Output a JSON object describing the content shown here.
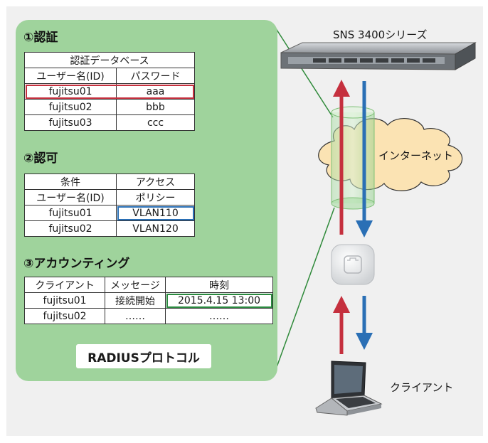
{
  "auth": {
    "title": "①認証",
    "table_caption": "認証データベース",
    "headers": [
      "ユーザー名(ID)",
      "パスワード"
    ],
    "rows": [
      [
        "fujitsu01",
        "aaa"
      ],
      [
        "fujitsu02",
        "bbb"
      ],
      [
        "fujitsu03",
        "ccc"
      ]
    ]
  },
  "authz": {
    "title": "②認可",
    "header_row1": [
      "条件",
      "アクセス"
    ],
    "header_row2": [
      "ユーザー名(ID)",
      "ポリシー"
    ],
    "rows": [
      [
        "fujitsu01",
        "VLAN110"
      ],
      [
        "fujitsu02",
        "VLAN120"
      ]
    ]
  },
  "acct": {
    "title": "③アカウンティング",
    "headers": [
      "クライアント",
      "メッセージ",
      "時刻"
    ],
    "rows": [
      [
        "fujitsu01",
        "接続開始",
        "2015.4.15 13:00"
      ],
      [
        "fujitsu02",
        "……",
        "……"
      ]
    ]
  },
  "protocol_label": "RADIUSプロトコル",
  "device_labels": {
    "server": "SNS 3400シリーズ",
    "internet": "インターネット",
    "client": "クライアント"
  },
  "colors": {
    "panel": "#9fd39c",
    "frame": "#f0f0f0",
    "arrow_up": "#c5303e",
    "arrow_down": "#2a6fb5",
    "highlight_red": "#c5303e",
    "highlight_blue": "#2a6fb5",
    "highlight_green": "#2a8a3f"
  },
  "icons": [
    "server-icon",
    "cloud-icon",
    "access-point-icon",
    "laptop-icon",
    "tunnel-icon"
  ]
}
